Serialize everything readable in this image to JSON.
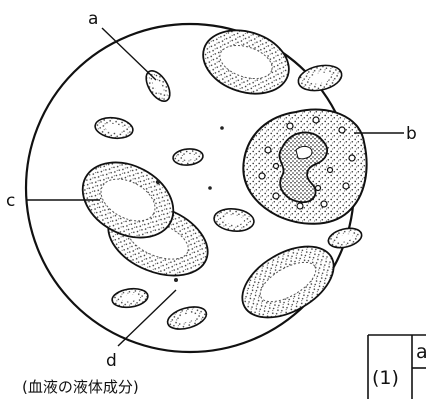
{
  "labels": {
    "a": "a",
    "b": "b",
    "c": "c",
    "d": "d"
  },
  "caption": "(血液の液体成分)",
  "answer_table": {
    "row_label": "(1)",
    "cell_fragment": "a"
  },
  "colors": {
    "ink": "#111111",
    "stipple": "#333333",
    "background": "#ffffff"
  }
}
